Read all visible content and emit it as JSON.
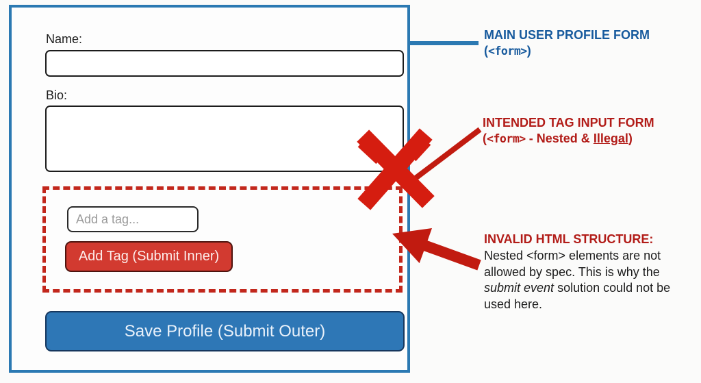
{
  "form": {
    "name_label": "Name:",
    "name_value": "",
    "bio_label": "Bio:",
    "bio_value": "",
    "tag_placeholder": "Add a tag...",
    "add_tag_label": "Add Tag (Submit Inner)",
    "save_label": "Save Profile (Submit Outer)"
  },
  "annotations": {
    "main_form": {
      "lines": [
        [
          {
            "t": "MAIN USER PROFILE FORM",
            "b": true
          }
        ],
        [
          {
            "t": "(",
            "b": true
          },
          {
            "t": "<form>",
            "b": true,
            "mono": true
          },
          {
            "t": ")",
            "b": true
          }
        ]
      ]
    },
    "tag_form": {
      "lines": [
        [
          {
            "t": "INTENDED TAG INPUT FORM",
            "b": true
          }
        ],
        [
          {
            "t": "(",
            "b": true
          },
          {
            "t": "<form>",
            "b": true,
            "mono": true
          },
          {
            "t": " - Nested & ",
            "b": true
          },
          {
            "t": "Illegal",
            "b": true,
            "u": true
          },
          {
            "t": ")",
            "b": true
          }
        ]
      ]
    },
    "invalid": {
      "heading": "INVALID HTML STRUCTURE:",
      "body_lines": [
        [
          {
            "t": "Nested <form> elements are not"
          }
        ],
        [
          {
            "t": "allowed by spec. This is why the"
          }
        ],
        [
          {
            "t": "submit event",
            "i": true
          },
          {
            "t": " solution could not be"
          }
        ],
        [
          {
            "t": "used here."
          }
        ]
      ]
    }
  },
  "colors": {
    "blue_border": "#2b79b2",
    "blue_heading": "#175a9d",
    "save_blue": "#2e77b6",
    "save_border": "#16375e",
    "red_dash": "#c2271c",
    "red_button": "#d23a30",
    "red_button_border": "#4d140f",
    "red_x": "#d51d10",
    "red_annot": "#b21c18",
    "arrow_red": "#c11b10",
    "text_black": "#1c1c1c",
    "placeholder_gray": "#9a9a9a"
  }
}
